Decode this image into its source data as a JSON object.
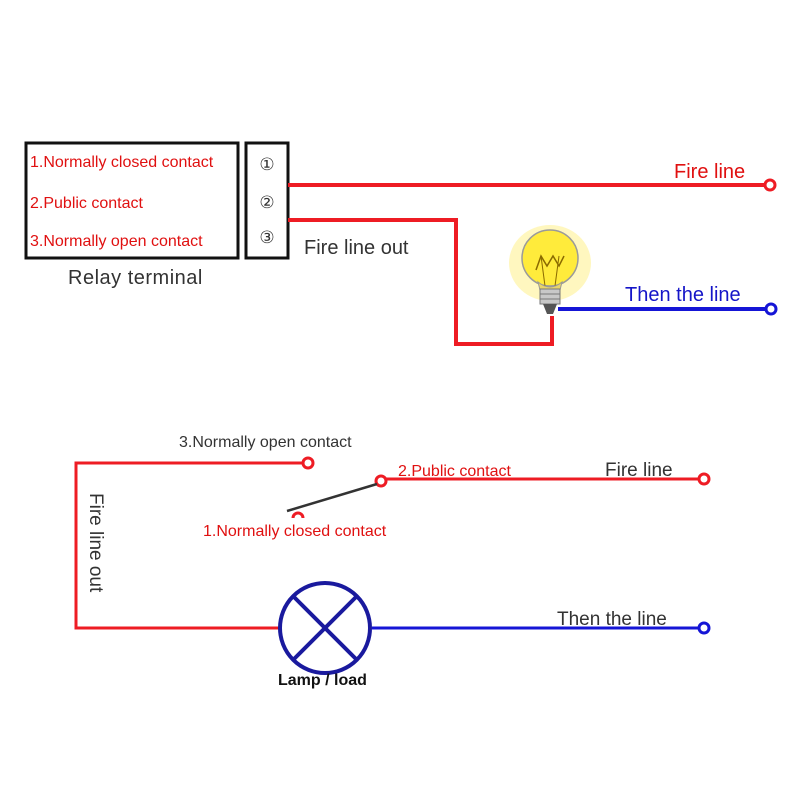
{
  "top_diagram": {
    "terminal_labels": [
      "1.Normally closed contact",
      "2.Public contact",
      "3.Normally open contact"
    ],
    "terminal_numbers": [
      "①",
      "②",
      "③"
    ],
    "terminal_caption": "Relay terminal",
    "fire_line": "Fire line",
    "fire_line_out": "Fire line out",
    "neutral_line": "Then the line"
  },
  "bottom_diagram": {
    "normally_open": "3.Normally open contact",
    "public_contact": "2.Public contact",
    "normally_closed": "1.Normally closed contact",
    "fire_line": "Fire line",
    "fire_line_out": "Fire line out",
    "neutral_line": "Then the line",
    "lamp_label": "Lamp / load"
  },
  "colors": {
    "fire_wire": "#ee1c24",
    "neutral_wire": "#1515d6",
    "lamp_symbol": "#1a1a9e",
    "frame": "#111111"
  }
}
